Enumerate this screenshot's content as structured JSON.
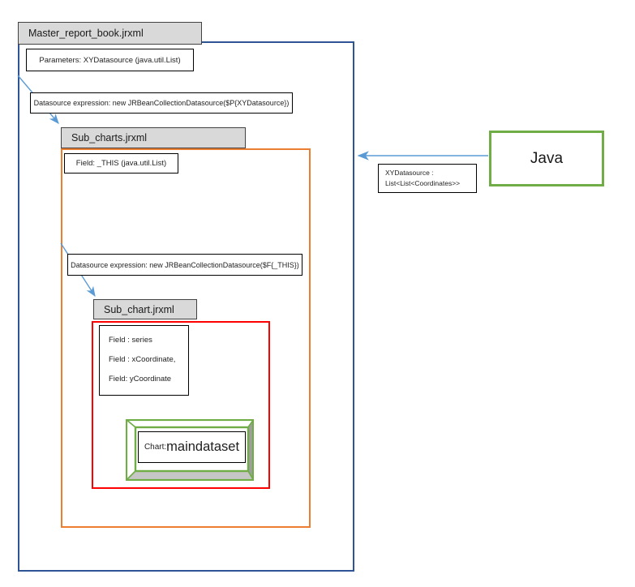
{
  "diagram": {
    "master_report": {
      "label": "Master_report_book.jrxml",
      "parameters": "Parameters: XYDatasource (java.util.List)",
      "datasource_expression": "Datasource expression: new JRBeanCollectionDatasource($P{XYDatasource})"
    },
    "sub_charts_report": {
      "label": "Sub_charts.jrxml",
      "field": "Field: _THIS (java.util.List)",
      "datasource_expression": "Datasource expression: new JRBeanCollectionDatasource($F{_THIS})"
    },
    "sub_chart_report": {
      "label": "Sub_chart.jrxml",
      "fields": [
        "Field  : series",
        "Field : xCoordinate,",
        "Field: yCoordinate"
      ],
      "chart_prefix": "Chart:",
      "chart_name": "maindataset"
    },
    "java_source": {
      "label": "Java",
      "annotation": [
        "XYDatasource :",
        "List<List<Coordinates>>"
      ]
    }
  },
  "colors": {
    "master_frame": "#2F5496",
    "sub_charts_frame": "#ED7D31",
    "sub_chart_frame": "#FF0000",
    "java_frame": "#70AD47",
    "chart_icon_frame": "#70AD47",
    "arrow": "#5B9BD5",
    "tab_fill": "#D9D9D9",
    "tab_border": "#424242",
    "note_border": "#000000"
  }
}
